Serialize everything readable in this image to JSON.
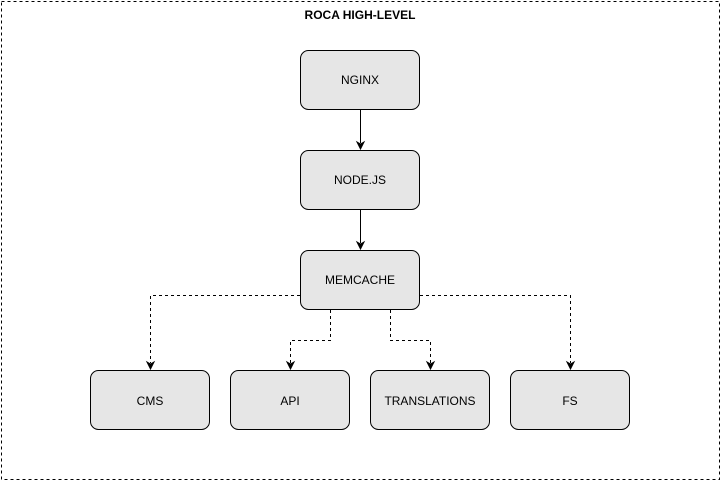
{
  "diagram": {
    "title": "ROCA HIGH-LEVEL",
    "nodes": [
      {
        "id": "nginx",
        "label": "NGINX"
      },
      {
        "id": "nodejs",
        "label": "NODE.JS"
      },
      {
        "id": "memcache",
        "label": "MEMCACHE"
      },
      {
        "id": "cms",
        "label": "CMS"
      },
      {
        "id": "api",
        "label": "API"
      },
      {
        "id": "translations",
        "label": "TRANSLATIONS"
      },
      {
        "id": "fs",
        "label": "FS"
      }
    ],
    "edges": [
      {
        "from": "nginx",
        "to": "nodejs",
        "style": "solid"
      },
      {
        "from": "nodejs",
        "to": "memcache",
        "style": "solid"
      },
      {
        "from": "memcache",
        "to": "cms",
        "style": "dashed"
      },
      {
        "from": "memcache",
        "to": "api",
        "style": "dashed"
      },
      {
        "from": "memcache",
        "to": "translations",
        "style": "dashed"
      },
      {
        "from": "memcache",
        "to": "fs",
        "style": "dashed"
      }
    ],
    "colors": {
      "node_fill": "#e6e6e6",
      "stroke": "#000000",
      "background": "#ffffff"
    }
  }
}
